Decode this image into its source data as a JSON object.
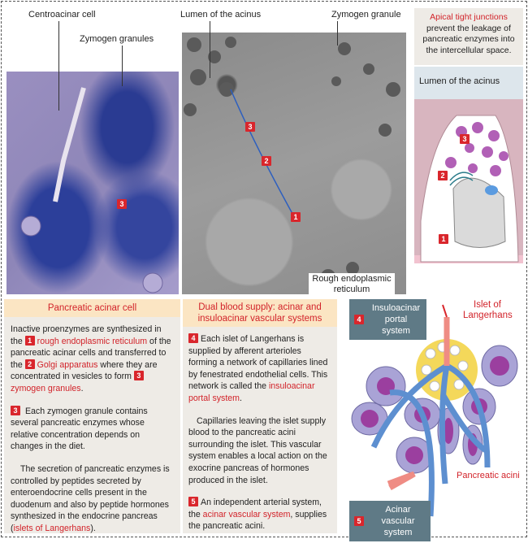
{
  "labels": {
    "centroacinar_cell": "Centroacinar cell",
    "zymogen_granules": "Zymogen granules",
    "lumen_of_acinus_em": "Lumen of the acinus",
    "zymogen_granule": "Zymogen granule",
    "rough_er": "Rough endoplasmic reticulum",
    "lumen_of_acinus_diagram": "Lumen of the acinus",
    "apical_callout_red": "Apical tight junctions",
    "apical_callout_rest": " prevent the leakage of pancreatic enzymes into the intercellular space.",
    "islet": "Islet of Langerhans",
    "insuloacinar_box": "Insuloacinar portal system",
    "acinar_box": "Acinar vascular system",
    "pancreatic_acini": "Pancreatic acini"
  },
  "badges": {
    "b1": "1",
    "b2": "2",
    "b3": "3",
    "b4": "4",
    "b5": "5"
  },
  "acinar_box": {
    "title": "Pancreatic acinar cell",
    "p1_a": "Inactive proenzymes are synthesized in the ",
    "p1_rer": "rough endoplasmic reticulum",
    "p1_b": " of the pancreatic acinar cells and transferred to the ",
    "p1_golgi": "Golgi apparatus",
    "p1_c": " where they are concentrated in vesicles to form ",
    "p1_zym": "zymogen granules",
    "p1_d": ".",
    "p2": "Each zymogen granule contains several pancreatic enzymes whose relative concentration depends on changes in the diet.",
    "p3_a": "The secretion of pancreatic enzymes is controlled by peptides secreted by enteroendocrine cells present in the duodenum and also by peptide hormones synthesized in the endocrine pancreas (",
    "p3_islets": "islets of Langerhans",
    "p3_b": ")."
  },
  "blood_box": {
    "title": "Dual blood supply: acinar and insuloacinar vascular systems",
    "p1_a": "Each islet of Langerhans is supplied by afferent arterioles forming a network of capillaries lined by fenestrated endothelial cells. This network is called the ",
    "p1_red": "insuloacinar portal system",
    "p1_b": ".",
    "p2": "Capillaries leaving the islet supply blood to the pancreatic acini surrounding the islet.  This vascular system enables a local action on the exocrine pancreas of hormones produced in the islet.",
    "p3_a": "An independent arterial system, the ",
    "p3_red": "acinar vascular system",
    "p3_b": ", supplies the pancreatic acini."
  },
  "colors": {
    "accent_red": "#d2232a",
    "header_bg": "#fbe5c3",
    "box_bg": "#eeebe6",
    "label_box": "#5f7a86"
  }
}
